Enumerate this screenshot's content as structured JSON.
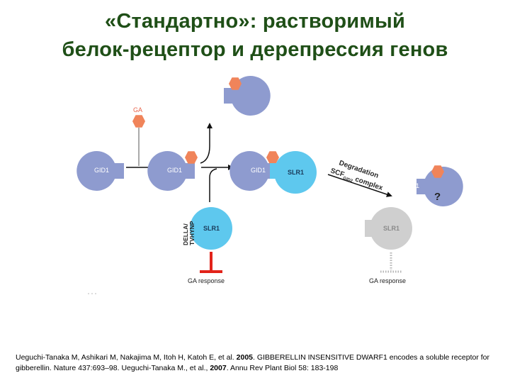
{
  "slide": {
    "title_line1": "«Стандартно»: растворимый",
    "title_line2": "белок-рецептор и дерепрессия генов"
  },
  "diagram": {
    "gid1_label": "GID1",
    "slr1_label": "SLR1",
    "ga_label": "GA",
    "della_label_line1": "DELLA/",
    "della_label_line2": "TVHYNP",
    "degradation_label": "Degradation",
    "scf_label_prefix": "SCF",
    "scf_label_sub": "GID2",
    "scf_label_suffix": " complex",
    "ga_response_label": "GA response",
    "question_mark": "?",
    "colors": {
      "gid1": "#8e9bcf",
      "slr1": "#5ec8ee",
      "slr1_degraded": "#cfcfcf",
      "ga": "#f0845a",
      "repress": "#e2231a",
      "title": "#1f4f17"
    }
  },
  "citation": {
    "part1": "Ueguchi-Tanaka M, Ashikari M, Nakajima M, Itoh H, Katoh E, et al. ",
    "year1": "2005",
    "part2": ". GIBBERELLIN INSENSITIVE DWARF1 encodes a soluble receptor for gibberellin. Nature 437:693–98. Ueguchi-Tanaka M., et al., ",
    "year2": "2007",
    "part3": ". Annu Rev Plant Biol 58: 183-198"
  }
}
